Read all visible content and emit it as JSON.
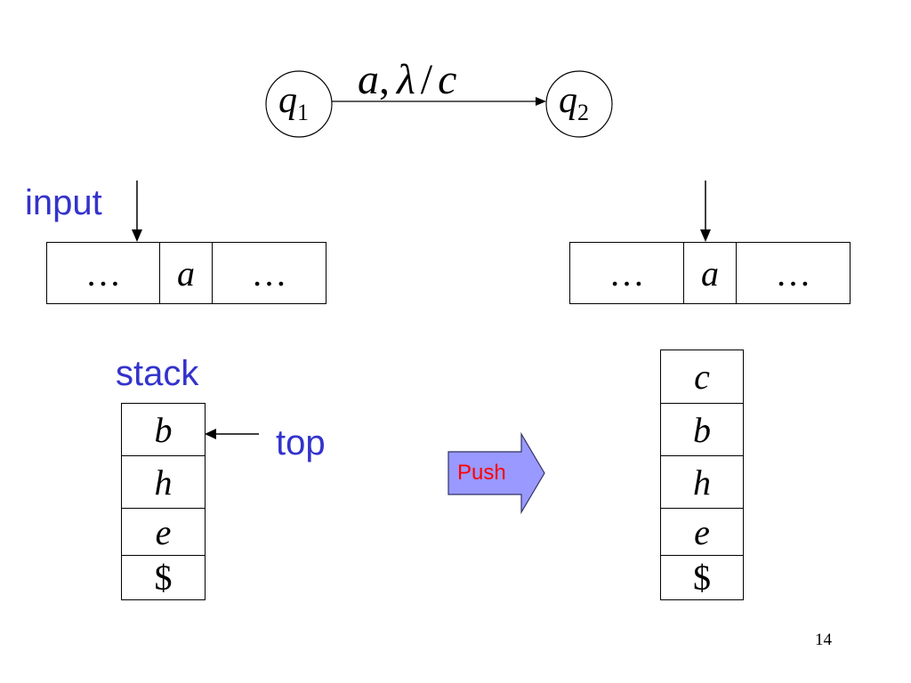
{
  "transition": {
    "from_state": "q",
    "from_index": "1",
    "to_state": "q",
    "to_index": "2",
    "label_read": "a",
    "label_sep": ",",
    "label_pop": "λ",
    "label_slash": "/",
    "label_push": "c"
  },
  "labels": {
    "input": "input",
    "stack": "stack",
    "top": "top",
    "push": "Push"
  },
  "before": {
    "tape": [
      "…",
      "a",
      "…"
    ],
    "stack": [
      "b",
      "h",
      "e",
      "$"
    ]
  },
  "after": {
    "tape": [
      "…",
      "a",
      "…"
    ],
    "stack": [
      "c",
      "b",
      "h",
      "e",
      "$"
    ]
  },
  "page_number": "14",
  "colors": {
    "label_blue": "#3333cc",
    "push_text": "#ff0000",
    "push_arrow_fill": "#9999ff"
  }
}
